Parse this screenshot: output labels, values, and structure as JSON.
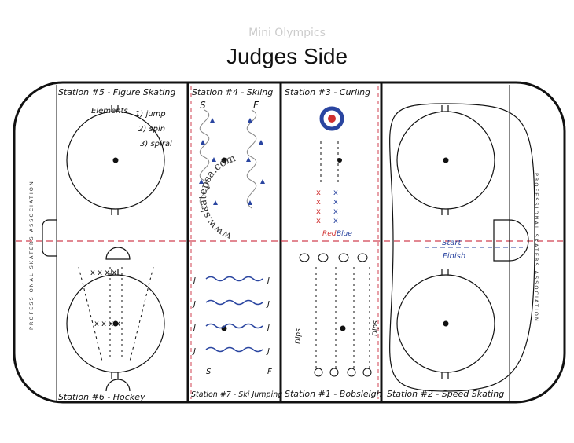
{
  "header": {
    "subtitle": "Mini Olympics",
    "title": "Judges Side"
  },
  "stations": {
    "s5": "Station #5 - Figure Skating",
    "s4": "Station #4 - Skiing",
    "s3": "Station #3 - Curling",
    "s6": "Station #6 - Hockey",
    "s7": "Station #7 - Ski Jumping",
    "s1": "Station #1 - Bobsleigh",
    "s2": "Station #2 - Speed Skating"
  },
  "figure_skating": {
    "heading": "Elements",
    "items": [
      "1) jump",
      "2) spin",
      "3) spiral"
    ]
  },
  "skiing": {
    "start": "S",
    "finish": "F"
  },
  "ski_jumping": {
    "jump": "J",
    "start": "S",
    "finish": "F"
  },
  "curling": {
    "red": "Red",
    "blue": "Blue"
  },
  "bobsleigh": {
    "dips": "Dips"
  },
  "speed_skating": {
    "start": "Start",
    "finish": "Finish"
  },
  "watermark": "www.skatepsa.com",
  "association": "PROFESSIONAL SKATERS ASSOCIATION",
  "colors": {
    "red_line": "#d04050",
    "blue_ink": "#2a45a0",
    "red_ink": "#d03030"
  }
}
